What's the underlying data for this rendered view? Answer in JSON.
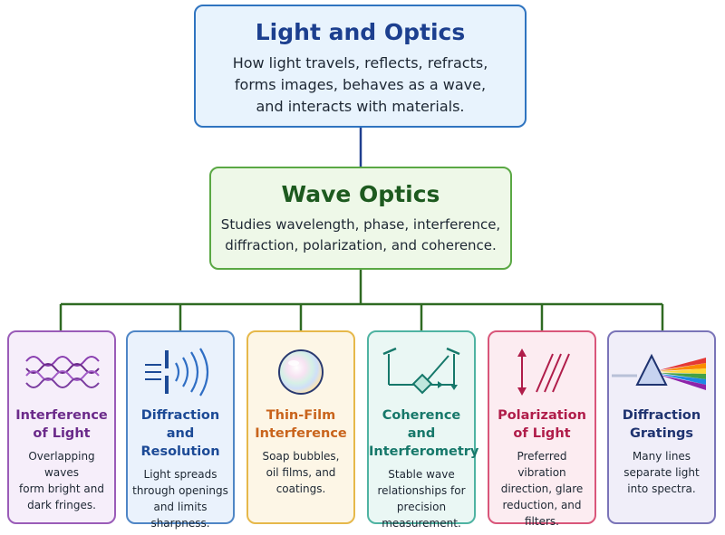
{
  "top": {
    "title": "Light and Optics",
    "desc1": "How light travels, reflects, refracts,",
    "desc2": "forms images, behaves as a wave,",
    "desc3": "and interacts with materials."
  },
  "middle": {
    "title": "Wave Optics",
    "desc1": "Studies wavelength, phase, interference,",
    "desc2": "diffraction, polarization, and coherence."
  },
  "cards": [
    {
      "title1": "Interference",
      "title2": "of Light",
      "desc1": "Overlapping waves",
      "desc2": "form bright and",
      "desc3": "dark fringes.",
      "desc4": "",
      "icon": "wave-interference-icon",
      "color": "#6b2a8a",
      "border": "#9a5cb8",
      "bg": "#f6eefa"
    },
    {
      "title1": "Diffraction and",
      "title2": "Resolution",
      "desc1": "Light spreads",
      "desc2": "through openings",
      "desc3": "and limits",
      "desc4": "sharpness.",
      "icon": "slit-diffraction-icon",
      "color": "#1c4a96",
      "border": "#4f86c6",
      "bg": "#eaf2fc"
    },
    {
      "title1": "Thin-Film",
      "title2": "Interference",
      "desc1": "Soap bubbles,",
      "desc2": "oil films, and",
      "desc3": "coatings.",
      "desc4": "",
      "icon": "soap-bubble-icon",
      "color": "#c9641c",
      "border": "#e6b84a",
      "bg": "#fdf6e6"
    },
    {
      "title1": "Coherence and",
      "title2": "Interferometry",
      "desc1": "Stable wave",
      "desc2": "relationships for",
      "desc3": "precision",
      "desc4": "measurement.",
      "icon": "interferometer-icon",
      "color": "#16786a",
      "border": "#4fb3a2",
      "bg": "#eaf7f4"
    },
    {
      "title1": "Polarization",
      "title2": "of Light",
      "desc1": "Preferred vibration",
      "desc2": "direction, glare",
      "desc3": "reduction, and",
      "desc4": "filters.",
      "icon": "polarization-icon",
      "color": "#b01d4a",
      "border": "#d9567a",
      "bg": "#fcecf1"
    },
    {
      "title1": "Diffraction",
      "title2": "Gratings",
      "desc1": "Many lines",
      "desc2": "separate light",
      "desc3": "into spectra.",
      "desc4": "",
      "icon": "prism-spectrum-icon",
      "color": "#1f3370",
      "border": "#7a74b8",
      "bg": "#f0eef9"
    }
  ],
  "colors": {
    "connector_top": "#1f3f8f",
    "connector_bottom": "#2f6a22"
  }
}
